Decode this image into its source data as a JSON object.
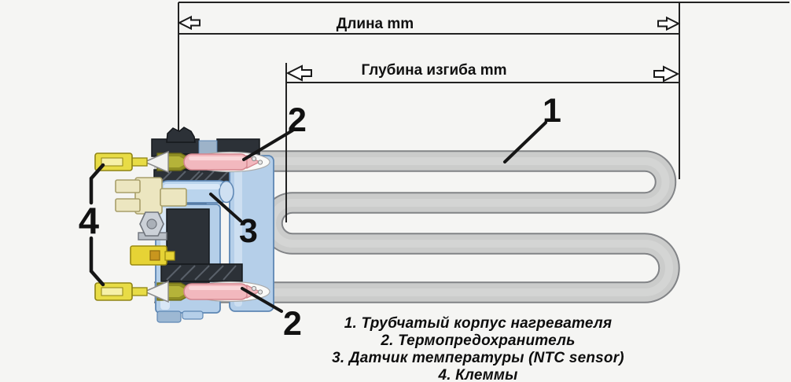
{
  "dimensions": {
    "length_label": "Длина mm",
    "bend_depth_label": "Глубина изгиба mm"
  },
  "callouts": {
    "tube": "1",
    "thermal_fuse_top": "2",
    "thermal_fuse_bottom": "2",
    "temp_sensor": "3",
    "terminals": "4"
  },
  "legend": {
    "items": [
      {
        "text": "1. Трубчатый корпус нагревателя"
      },
      {
        "text": "2. Термопредохранитель"
      },
      {
        "text": "3. Датчик температуры (NTC sensor)"
      },
      {
        "text": "4. Клеммы"
      }
    ]
  },
  "colors": {
    "background": "#f5f5f3",
    "tube_fill": "#cbcccb",
    "tube_outline": "#818386",
    "fuse_pink": "#f2b8be",
    "fuse_pink_edge": "#d4858e",
    "fuse_cone_olive": "#8f8d24",
    "sensor_blue": "#bad4ed",
    "housing_blue": "#b5cfe9",
    "housing_blue_edge": "#5e87b4",
    "flange_dark": "#2c3137",
    "terminal_yellow": "#e8dc46",
    "connector_cream": "#ece6c0",
    "metal_gray": "#ccd1d8",
    "line_black": "#1a1a1a"
  }
}
